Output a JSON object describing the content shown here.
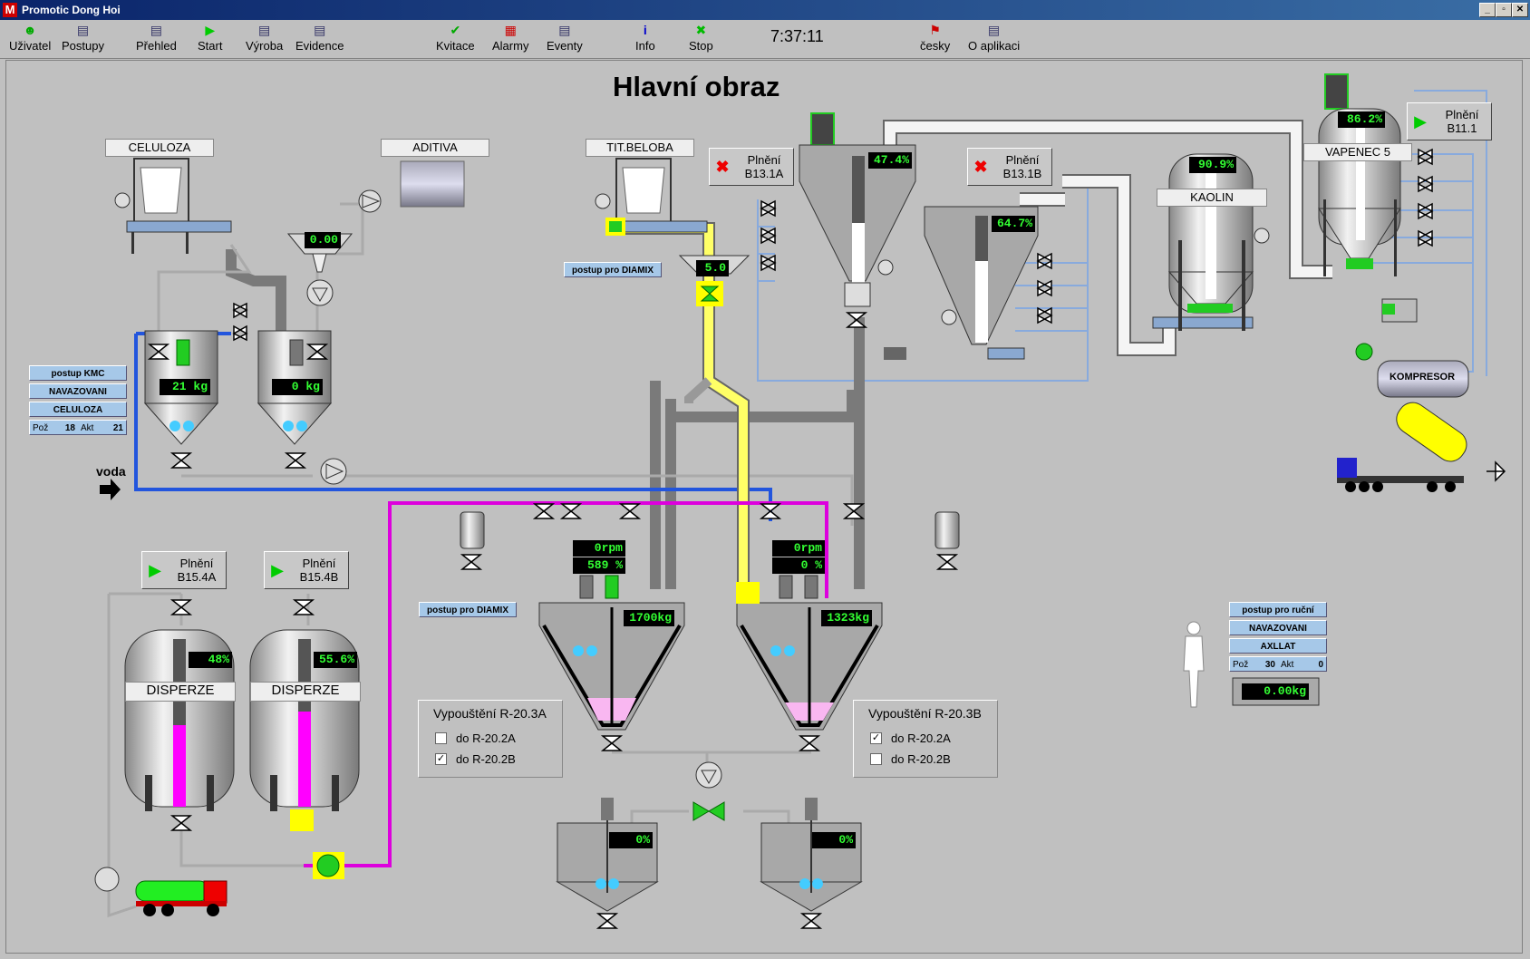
{
  "window": {
    "title": "Promotic Dong Hoi",
    "logo": "M"
  },
  "window_controls": {
    "minimize": "_",
    "restore": "▫",
    "close": "✕"
  },
  "toolbar": {
    "items": [
      {
        "label": "Uživatel",
        "icon": "user-icon",
        "glyph": "☻"
      },
      {
        "label": "Postupy",
        "icon": "recipe-icon",
        "glyph": "▤"
      },
      {
        "label": "Přehled",
        "icon": "overview-icon",
        "glyph": "▤"
      },
      {
        "label": "Start",
        "icon": "start-icon",
        "glyph": "▶"
      },
      {
        "label": "Výroba",
        "icon": "production-icon",
        "glyph": "▤"
      },
      {
        "label": "Evidence",
        "icon": "records-icon",
        "glyph": "▤"
      },
      {
        "label": "Kvitace",
        "icon": "acknowledge-icon",
        "glyph": "✔"
      },
      {
        "label": "Alarmy",
        "icon": "alarm-icon",
        "glyph": "▦"
      },
      {
        "label": "Eventy",
        "icon": "events-icon",
        "glyph": "▤"
      },
      {
        "label": "Info",
        "icon": "info-icon",
        "glyph": "i"
      },
      {
        "label": "Stop",
        "icon": "stop-icon",
        "glyph": "✖"
      },
      {
        "label": "česky",
        "icon": "czech-flag-icon",
        "glyph": "⚑"
      },
      {
        "label": "O aplikaci",
        "icon": "about-icon",
        "glyph": "▤"
      }
    ],
    "clock": "7:37:11"
  },
  "screen_title": "Hlavní obraz",
  "labels": {
    "celuloza": "CELULOZA",
    "aditiva": "ADITIVA",
    "tit_beloba": "TIT.BELOBA",
    "kaolin": "KAOLIN",
    "vapenec": "VAPENEC 5",
    "kompresor": "KOMPRESOR",
    "voda": "voda",
    "disperze_a": "DISPERZE",
    "disperze_b": "DISPERZE"
  },
  "buttons": {
    "plneni_b131a": {
      "line1": "Plnění",
      "line2": "B13.1A"
    },
    "plneni_b131b": {
      "line1": "Plnění",
      "line2": "B13.1B"
    },
    "plneni_b111": {
      "line1": "Plnění",
      "line2": "B11.1"
    },
    "plneni_b154a": {
      "line1": "Plnění",
      "line2": "B15.4A"
    },
    "plneni_b154b": {
      "line1": "Plnění",
      "line2": "B15.4B"
    }
  },
  "readouts": {
    "aditiva_scale": "0.00",
    "tit_scale": "5.0",
    "silo_b131a": "47.4%",
    "silo_b131b": "64.7%",
    "silo_kaolin": "90.9%",
    "silo_vapenec": "86.2%",
    "kmc_tank1": "21 kg",
    "kmc_tank2": "0 kg",
    "reactor_a_rpm": "0rpm",
    "reactor_a_pct": "589  %",
    "reactor_a_weight": "1700kg",
    "reactor_b_rpm": "0rpm",
    "reactor_b_pct": "0  %",
    "reactor_b_weight": "1323kg",
    "disperze_a": "48%",
    "disperze_b": "55.6%",
    "bottom_tank_1": "0%",
    "bottom_tank_2": "0%",
    "manual_scale": "0.00kg"
  },
  "levels": {
    "silo_b131a": 0.474,
    "silo_b131b": 0.647,
    "silo_kaolin": 0.909,
    "silo_vapenec": 0.862,
    "disperze_a": 0.48,
    "disperze_b": 0.556
  },
  "info_panels": {
    "kmc": {
      "rows": [
        "postup KMC",
        "NAVAZOVANI",
        "CELULOZA"
      ],
      "poz_label": "Pož",
      "poz": "18",
      "akt_label": "Akt",
      "akt": "21"
    },
    "diamix_1": "postup pro DIAMIX",
    "diamix_2": "postup pro DIAMIX",
    "rucni": {
      "rows": [
        "postup pro ruční",
        "NAVAZOVANI",
        "AXLLAT"
      ],
      "poz_label": "Pož",
      "poz": "30",
      "akt_label": "Akt",
      "akt": "0"
    }
  },
  "vypousteni": {
    "a": {
      "title": "Vypouštění R-20.3A",
      "opt1": "do R-20.2A",
      "opt1_checked": false,
      "opt2": "do R-20.2B",
      "opt2_checked": true
    },
    "b": {
      "title": "Vypouštění R-20.3B",
      "opt1": "do R-20.2A",
      "opt1_checked": true,
      "opt2": "do R-20.2B",
      "opt2_checked": false
    }
  },
  "colors": {
    "pipe_gray": "#8a8a8a",
    "pipe_white": "#f4f4f4",
    "pipe_blue": "#2255dd",
    "pipe_yellow": "#ffff66",
    "pipe_magenta": "#dd00dd",
    "pipe_lightblue": "#88aadd",
    "lcd_green": "#33ff33",
    "highlight": "#ffff00"
  }
}
